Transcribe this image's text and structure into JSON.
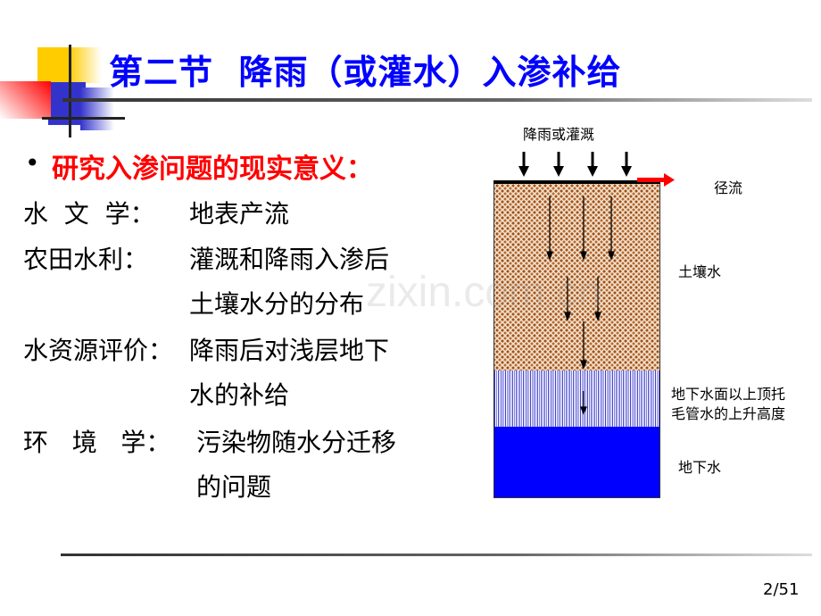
{
  "slide": {
    "title": "第二节  降雨（或灌水）入渗补给",
    "bullet_heading": "研究入渗问题的现实意义：",
    "items": [
      {
        "label": "水  文  学：",
        "lines": [
          "地表产流"
        ]
      },
      {
        "label": "农田水利：",
        "lines": [
          "灌溉和降雨入渗后",
          "土壤水分的分布"
        ]
      },
      {
        "label": "水资源评价：",
        "lines": [
          "降雨后对浅层地下",
          "水的补给"
        ]
      },
      {
        "label": "环   境   学：",
        "lines": [
          "污染物随水分迁移",
          "的问题"
        ]
      }
    ],
    "page_number": "2/51",
    "watermark": "zixin.com.cn"
  },
  "diagram": {
    "top_label": "降雨或灌溉",
    "runoff_label": "径流",
    "soil_water_label": "土壤水",
    "capillary_label_1": "地下水面以上顶托",
    "capillary_label_2": "毛管水的上升高度",
    "groundwater_label": "地下水",
    "colors": {
      "water": "#0000ff",
      "runoff_arrow": "#ff0000",
      "title": "#0000ff",
      "heading": "#ff0000"
    }
  }
}
